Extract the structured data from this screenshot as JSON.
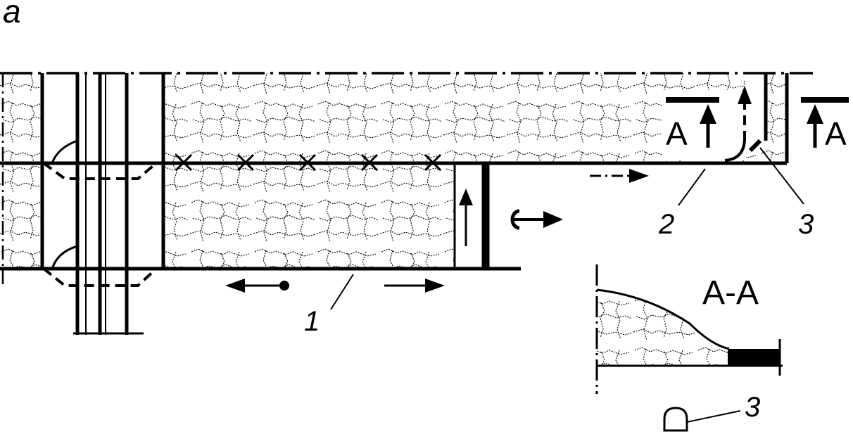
{
  "panel_label": "a",
  "section_marker": "A",
  "section_title": "A-A",
  "callouts": {
    "one": "1",
    "two": "2",
    "three": "3",
    "three_detail": "3"
  },
  "colors": {
    "ink": "#000000",
    "background": "#ffffff"
  }
}
